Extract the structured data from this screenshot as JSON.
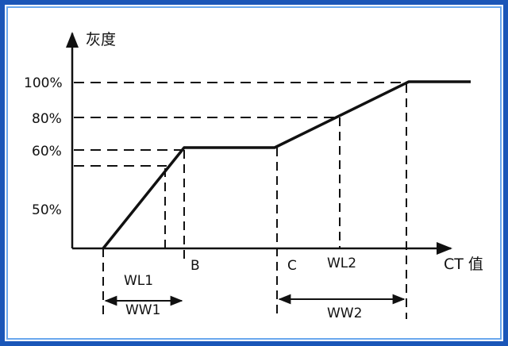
{
  "diagram": {
    "y_axis_title": "灰度",
    "x_axis_title": "CT 值",
    "y_ticks": [
      "100%",
      "80%",
      "60%",
      "50%"
    ],
    "x_points": [
      "B",
      "C"
    ],
    "window_labels": {
      "wl1": "WL1",
      "ww1": "WW1",
      "wl2": "WL2",
      "ww2": "WW2"
    },
    "colors": {
      "border_outer": "#1a56b8",
      "border_inner": "#4a90e2",
      "line": "#111111"
    }
  }
}
